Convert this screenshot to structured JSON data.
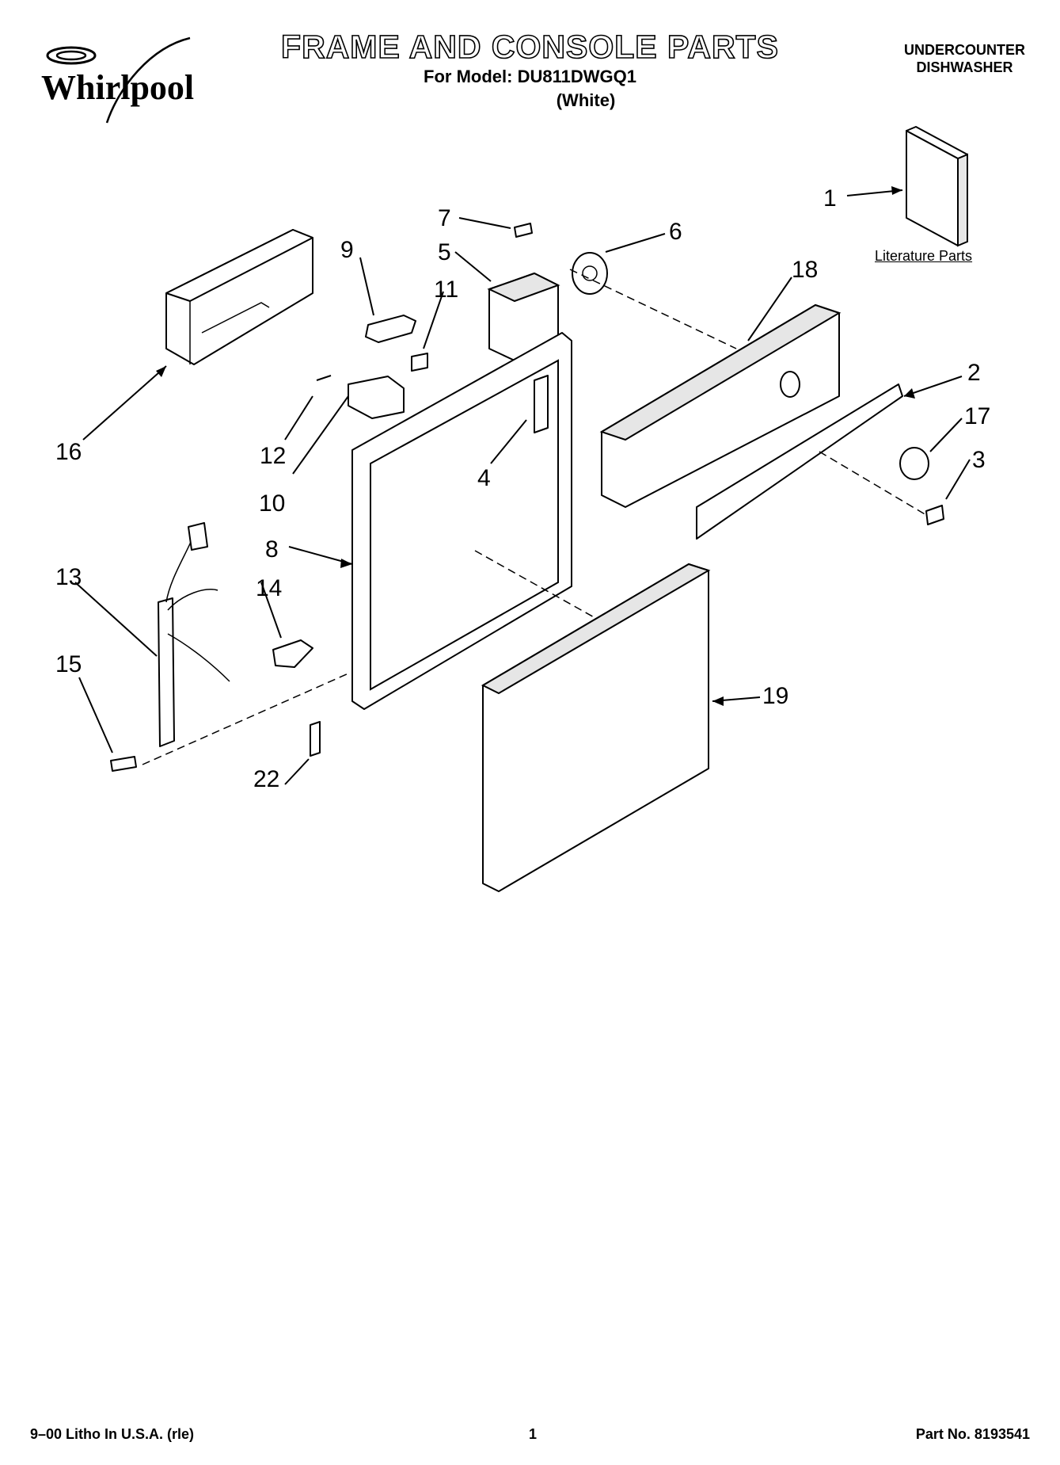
{
  "header": {
    "title": "FRAME AND CONSOLE PARTS",
    "model_line": "For Model: DU811DWGQ1",
    "color_line": "(White)",
    "category_line1": "UNDERCOUNTER",
    "category_line2": "DISHWASHER"
  },
  "brand": {
    "logo_text": "Whirlpool"
  },
  "literature": {
    "label": "Literature Parts"
  },
  "callouts": [
    "1",
    "2",
    "3",
    "4",
    "5",
    "6",
    "7",
    "8",
    "9",
    "10",
    "11",
    "12",
    "13",
    "14",
    "15",
    "16",
    "17",
    "18",
    "19",
    "22"
  ],
  "footer": {
    "litho": "9–00 Litho In U.S.A. (rle)",
    "page": "1",
    "part_no": "Part No. 8193541"
  }
}
